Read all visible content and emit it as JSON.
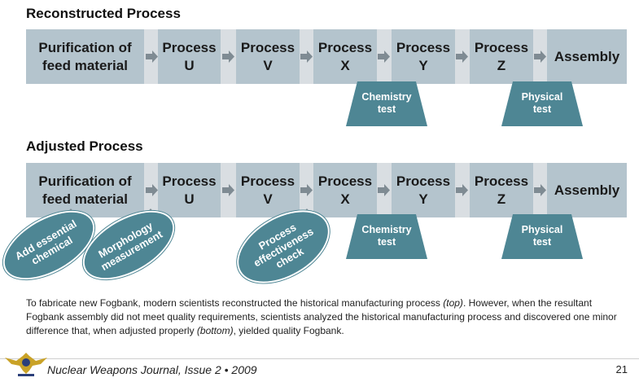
{
  "titles": {
    "reconstructed": "Reconstructed Process",
    "adjusted": "Adjusted Process"
  },
  "steps": [
    [
      "Purification of",
      "feed material"
    ],
    [
      "Process",
      "U"
    ],
    [
      "Process",
      "V"
    ],
    [
      "Process",
      "X"
    ],
    [
      "Process",
      "Y"
    ],
    [
      "Process",
      "Z"
    ],
    [
      "Assembly"
    ]
  ],
  "tests": {
    "chemistry": [
      "Chemistry",
      "test"
    ],
    "physical": [
      "Physical",
      "test"
    ]
  },
  "adjustments": {
    "add_essential": [
      "Add essential",
      "chemical"
    ],
    "morphology": [
      "Morphology",
      "measurement"
    ],
    "process_effectiveness": [
      "Process",
      "effectiveness",
      "check"
    ]
  },
  "caption": {
    "part1": "To fabricate new Fogbank, modern scientists reconstructed the historical manufacturing process ",
    "top": "(top)",
    "part2": ". However, when the resultant Fogbank assembly did not meet quality requirements, scientists analyzed the historical manufacturing process and discovered one minor difference that, when adjusted properly ",
    "bottom": "(bottom)",
    "part3": ", yielded quality Fogbank."
  },
  "footer": {
    "journal": "Nuclear Weapons Journal, Issue 2 • 2009",
    "page": "21"
  },
  "colors": {
    "box": "#b4c4cd",
    "row_background": "#d9dee2",
    "test_trapezoid": "#4e8694",
    "arrow": "#7f8b93"
  }
}
